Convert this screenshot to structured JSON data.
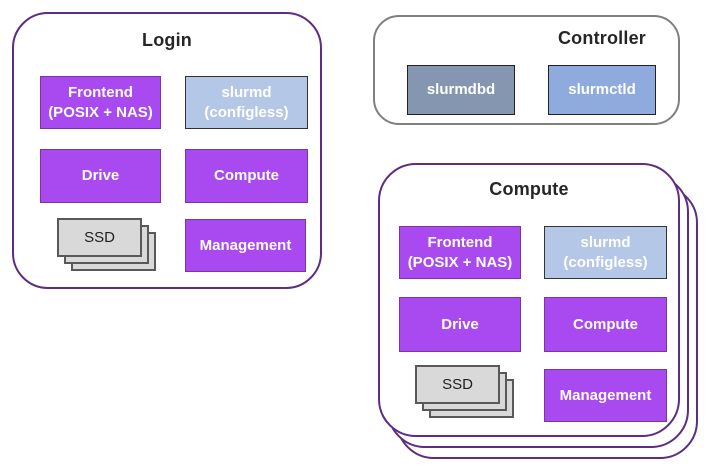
{
  "groups": {
    "login": {
      "title": "Login",
      "nodes": {
        "frontend": {
          "label": "Frontend\n(POSIX + NAS)"
        },
        "slurmd": {
          "label": "slurmd\n(configless)"
        },
        "drive": {
          "label": "Drive"
        },
        "compute": {
          "label": "Compute"
        },
        "ssd": {
          "label": "SSD"
        },
        "management": {
          "label": "Management"
        }
      }
    },
    "controller": {
      "title": "Controller",
      "nodes": {
        "slurmdbd": {
          "label": "slurmdbd"
        },
        "slurmctld": {
          "label": "slurmctld"
        }
      }
    },
    "compute": {
      "title": "Compute",
      "nodes": {
        "frontend": {
          "label": "Frontend\n(POSIX + NAS)"
        },
        "slurmd": {
          "label": "slurmd\n(configless)"
        },
        "drive": {
          "label": "Drive"
        },
        "compute": {
          "label": "Compute"
        },
        "ssd": {
          "label": "SSD"
        },
        "management": {
          "label": "Management"
        }
      }
    }
  },
  "colors": {
    "node_purple": "#a94af0",
    "node_purple_border": "#7d3599",
    "node_lightblue": "#b4c7e7",
    "node_slate_blue": "#8496b0",
    "node_periwinkle": "#8faadc",
    "ssd_fill": "#d9d9d9",
    "ssd_border": "#595959",
    "group_purple_border": "#5f2c83",
    "group_gray_border": "#7f7f7f",
    "title_text": "#262626",
    "node_text": "#ffffff"
  }
}
